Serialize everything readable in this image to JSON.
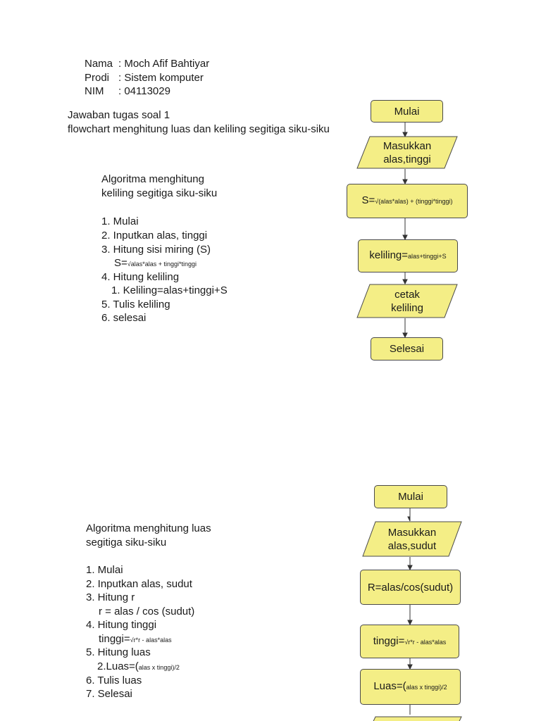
{
  "header": {
    "nama_key": "Nama",
    "nama_value": ": Moch Afif Bahtiyar",
    "prodi_key": "Prodi",
    "prodi_value": ": Sistem komputer",
    "nim_key": "NIM",
    "nim_value": ": 04113029",
    "line1": "Jawaban tugas soal 1",
    "line2": "flowchart menghitung luas dan keliling segitiga siku-siku"
  },
  "algo_keliling": {
    "title1": "Algoritma menghitung",
    "title2": "keliling segitiga siku-siku",
    "step1": "1. Mulai",
    "step2": "2. Inputkan alas, tinggi",
    "step3": "3. Hitung sisi miring (S)",
    "step3_formula_pre": "S=",
    "step3_formula_small": "√alas*alas + tinggi*tinggi",
    "step4": "4. Hitung keliling",
    "step4_sub": "1. Keliling=alas+tinggi+S",
    "step5": "5. Tulis keliling",
    "step6": "6. selesai"
  },
  "flow_keliling": {
    "mulai": "Mulai",
    "input_l1": "Masukkan",
    "input_l2": "alas,tinggi",
    "s_pre": "S=",
    "s_small": "√(alas*alas) + (tinggi*tinggi)",
    "keliling_pre": "keliling=",
    "keliling_small": "alas+tinggi+S",
    "cetak_l1": "cetak",
    "cetak_l2": "keliling",
    "selesai": "Selesai"
  },
  "algo_luas": {
    "title1": "Algoritma menghitung luas",
    "title2": "segitiga siku-siku",
    "step1": "1. Mulai",
    "step2": "2. Inputkan alas, sudut",
    "step3": "3. Hitung r",
    "step3_sub": "r = alas / cos (sudut)",
    "step4": "4. Hitung tinggi",
    "step4_pre": "tinggi=",
    "step4_small": "√r*r - alas*alas",
    "step5": "5. Hitung luas",
    "step5_pre": "2.Luas=(",
    "step5_small": "alas x tinggi)/2",
    "step6": "6. Tulis luas",
    "step7": "7. Selesai"
  },
  "flow_luas": {
    "mulai": "Mulai",
    "input_l1": "Masukkan",
    "input_l2": "alas,sudut",
    "r_label": "R=alas/cos(sudut)",
    "tinggi_pre": "tinggi=",
    "tinggi_small": "√r*r - alas*alas",
    "luas_pre": "Luas=(",
    "luas_small": "alas x tinggi)/2"
  },
  "colors": {
    "shape_fill": "#f4ee86",
    "shape_stroke": "#4a4a4a",
    "text": "#1a1a1a",
    "background": "#ffffff"
  }
}
